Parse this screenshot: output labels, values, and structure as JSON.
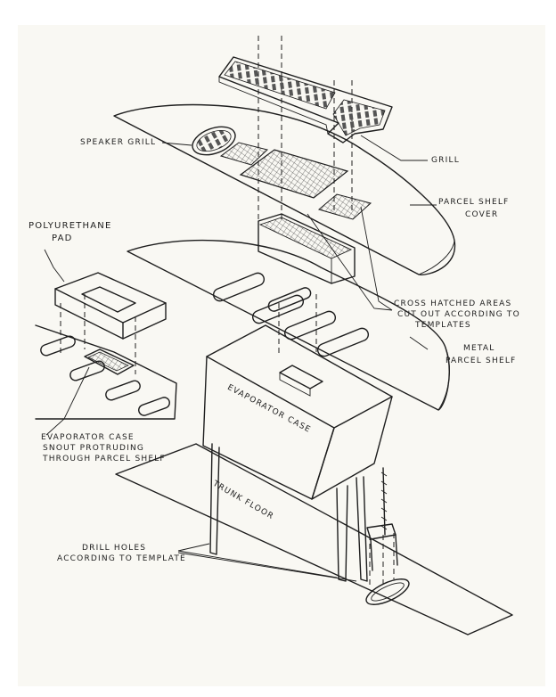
{
  "labels": {
    "speaker_grill": "SPEAKER GRILL",
    "grill": "GRILL",
    "parcel_shelf_cover_1": "PARCEL SHELF",
    "parcel_shelf_cover_2": "COVER",
    "polyurethane_1": "POLYURETHANE",
    "polyurethane_2": "PAD",
    "cross_hatched_1": "CROSS HATCHED AREAS",
    "cross_hatched_2": "CUT OUT ACCORDING TO",
    "cross_hatched_3": "TEMPLATES",
    "metal_shelf_1": "METAL",
    "metal_shelf_2": "PARCEL SHELF",
    "evaporator_case": "EVAPORATOR CASE",
    "snout_1": "EVAPORATOR CASE",
    "snout_2": "SNOUT PROTRUDING",
    "snout_3": "THROUGH PARCEL SHELF",
    "trunk_floor": "TRUNK FLOOR",
    "drill_1": "DRILL HOLES",
    "drill_2": "ACCORDING TO TEMPLATE"
  },
  "colors": {
    "ink": "#1e1e1e",
    "paper": "#f9f8f3",
    "background": "#ffffff"
  }
}
